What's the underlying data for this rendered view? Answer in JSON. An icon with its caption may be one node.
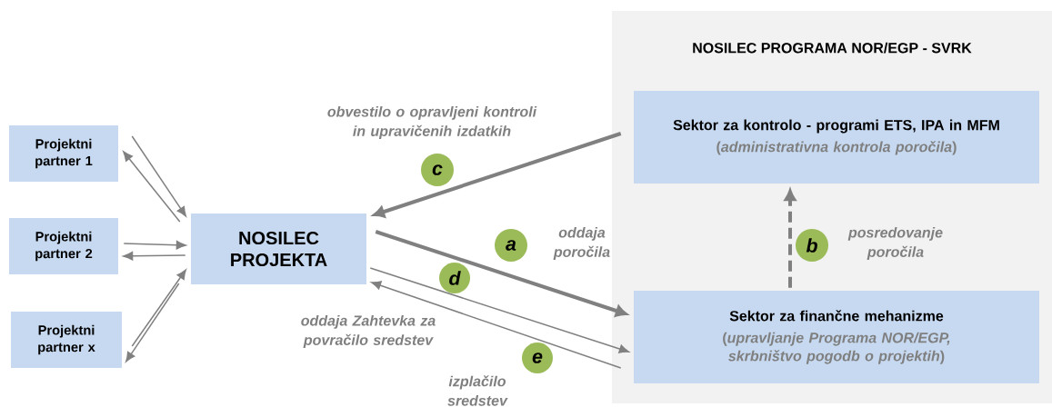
{
  "diagram": {
    "nodes": [
      {
        "text": [
          "NOSILEC PROGRAMA NOR/EGP - SVRK"
        ]
      },
      {
        "text": [
          "Sektor za kontrolo - programi ETS, IPA in MFM",
          "(*administrativna kontrola poročila*)"
        ],
        "in": 0
      },
      {
        "text": [
          "Sektor za finančne mehanizme",
          "(*upravljanje Programa NOR/EGP, skrbništvo pogodb o projektih*)"
        ],
        "in": 0
      },
      {
        "text": [
          "NOSILEC PROJEKTA"
        ]
      },
      {
        "text": [
          "Projektni partner 1"
        ]
      },
      {
        "text": [
          "Projektni partner 2"
        ]
      },
      {
        "text": [
          "Projektni partner x"
        ]
      },
      {
        "text": [
          "c"
        ]
      },
      {
        "text": [
          "a"
        ]
      },
      {
        "text": [
          "b"
        ],
        "in": 0
      },
      {
        "text": [
          "d"
        ]
      },
      {
        "text": [
          "e"
        ]
      }
    ],
    "edges": [
      {
        "from": 4,
        "to": 3,
        "arrow": "to"
      },
      {
        "from": 3,
        "to": 4,
        "arrow": "to"
      },
      {
        "from": 5,
        "to": 3,
        "arrow": "to"
      },
      {
        "from": 3,
        "to": 5,
        "arrow": "to"
      },
      {
        "from": 6,
        "to": 3,
        "arrow": "to"
      },
      {
        "from": 3,
        "to": 6,
        "arrow": "to"
      },
      {
        "from": 1,
        "to": 3,
        "arrow": "to",
        "style": "thick",
        "label": "obvestilo o opravljeni kontroli in upravičenih izdatkih"
      },
      {
        "from": 3,
        "to": 2,
        "arrow": "to",
        "style": "thick",
        "label": "oddaja poročila"
      },
      {
        "from": 2,
        "to": 1,
        "arrow": "to",
        "style": "dashed",
        "label": "posredovanje poročila"
      },
      {
        "from": 3,
        "to": 2,
        "arrow": "to",
        "label": "oddaja Zahtevka za povračilo sredstev"
      },
      {
        "from": 2,
        "to": 3,
        "arrow": "to",
        "label": "izplačilo sredstev"
      }
    ]
  }
}
